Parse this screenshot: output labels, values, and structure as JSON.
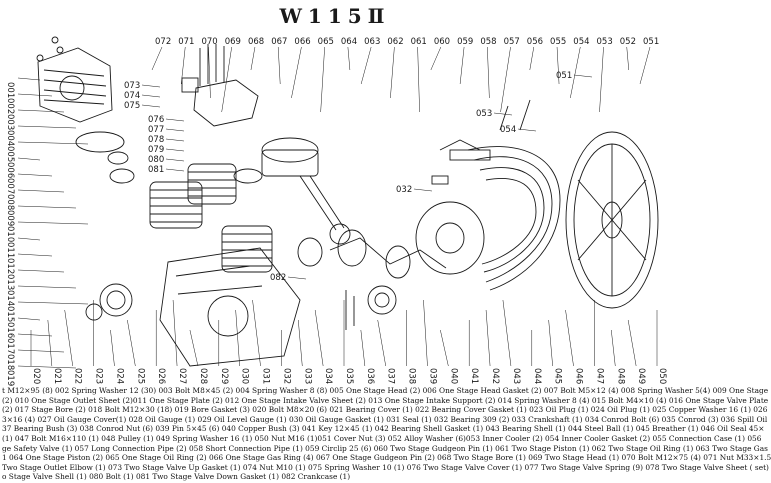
{
  "title": "W115Ⅱ",
  "colors": {
    "ink": "#1a1a1a",
    "paper": "#ffffff"
  },
  "callouts": {
    "top": [
      "072",
      "071",
      "070",
      "069",
      "068",
      "067",
      "066",
      "065",
      "064",
      "063",
      "062",
      "061",
      "060",
      "059",
      "058",
      "057",
      "056",
      "055",
      "054",
      "053",
      "052",
      "051"
    ],
    "left": [
      "001",
      "002",
      "003",
      "004",
      "005",
      "006",
      "007",
      "008",
      "009",
      "010",
      "011",
      "012",
      "013",
      "014",
      "015",
      "016",
      "017",
      "018",
      "019"
    ],
    "bottom": [
      "020",
      "021",
      "022",
      "023",
      "024",
      "025",
      "026",
      "027",
      "028",
      "029",
      "030",
      "031",
      "032",
      "033",
      "034",
      "035",
      "036",
      "037",
      "038",
      "039",
      "040",
      "041",
      "042",
      "043",
      "044",
      "045",
      "046",
      "047",
      "048",
      "049",
      "050"
    ],
    "inner": [
      "073",
      "074",
      "075",
      "076",
      "077",
      "078",
      "079",
      "080",
      "081",
      "082",
      "032",
      "053",
      "054",
      "051"
    ]
  },
  "legend": [
    "t M12×95 (8) 002 Spring Washer 12 (30) 003 Bolt M8×45 (2) 004 Spring Washer 8 (8) 005 One Stage Head (2) 006 One Stage Head Gasket (2) 007 Bolt M5×12 (4) 008 Spring Washer 5(4) 009 One Stage",
    "(2) 010 One Stage Outlet Sheet (2)011 One Stage Plate (2) 012 One Stage Intake Valve Sheet (2) 013 One Stage Intake Support (2) 014 Spring Washer 8 (4) 015 Bolt M4×10 (4) 016 One Stage Valve Plate",
    "(2) 017 Stage Bore (2) 018 Bolt M12×30 (18) 019 Bore Gasket (3) 020 Bolt M8×20 (6) 021 Bearing Cover (1) 022 Bearing Cover Gasket (1) 023 Oil Plug (1) 024 Oil Plug (1) 025 Copper Washer 16 (1) 026",
    "3×16 (4) 027 Oil Gauge Cover(1) 028 Oil Gauge (1) 029 Oil Level Gauge (1) 030 Oil Gauge Gasket (1) 031 Seal (1) 032 Bearing 309 (2) 033 Crankshaft (1) 034 Conrod Bolt (6) 035 Conrod (3) 036 Spill Oil",
    "37 Bearing Bush (3) 038 Conrod Nut (6) 039 Pin 5×45 (6) 040 Copper Bush (3) 041 Key 12×45 (1) 042 Bearing Shell Gasket (1) 043 Bearing Shell (1) 044 Steel Ball (1) 045 Breather (1) 046 Oil Seal 45×",
    "(1) 047 Bolt M16×110 (1) 048 Pulley (1) 049 Spring Washer 16 (1) 050 Nut M16 (1)051 Cover Nut (3) 052 Alloy Washer (6)053 Inner Cooler (2) 054 Inner Cooler Gasket (2) 055 Connection Case (1) 056",
    "ge Safety Valve (1) 057 Long Connection Pipe (2) 058 Short Connection Pipe (1) 059 Circlip 25 (6) 060 Two Stage Gudgeon Pin (1) 061 Two Stage Piston (1) 062 Two Stage Oil Ring (1) 063 Two Stage Gas",
    "1 064 One Stage Piston (2) 065 One Stage Oil Ring (2) 066 One Stage Gas Ring (4) 067 One Stage Gudgeon Pin (2) 068 Two Stage Bore (1) 069 Two Stage Head (1) 070 Bolt M12×75 (4) 071 Nut M33×1.5",
    "Two Stage Outlet Elbow (1) 073 Two Stage Valve Up Gasket (1) 074 Nut M10 (1) 075 Spring Washer 10 (1) 076 Two Stage Valve Cover (1) 077 Two Stage Valve Spring (9) 078 Two Stage Valve Sheet ( set)",
    "o Stage Valve Shell (1) 080 Bolt (1) 081 Two Stage Valve Down Gasket (1) 082 Crankcase (1)"
  ]
}
